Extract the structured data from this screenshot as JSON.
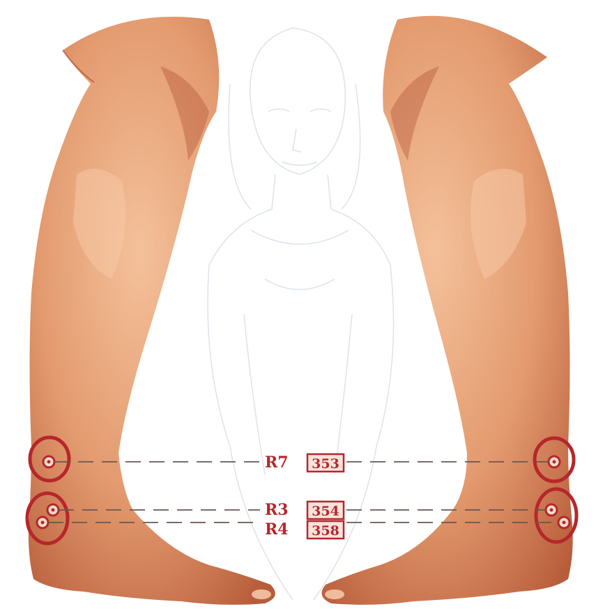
{
  "colors": {
    "accent": "#b5272b",
    "skin_light": "#f1b48a",
    "skin_mid": "#dc8a5f",
    "skin_dark": "#b55a38",
    "sketch": "#dfe3ea"
  },
  "points": [
    {
      "code": "R7",
      "number": "353"
    },
    {
      "code": "R3",
      "number": "354"
    },
    {
      "code": "R4",
      "number": "358"
    }
  ]
}
